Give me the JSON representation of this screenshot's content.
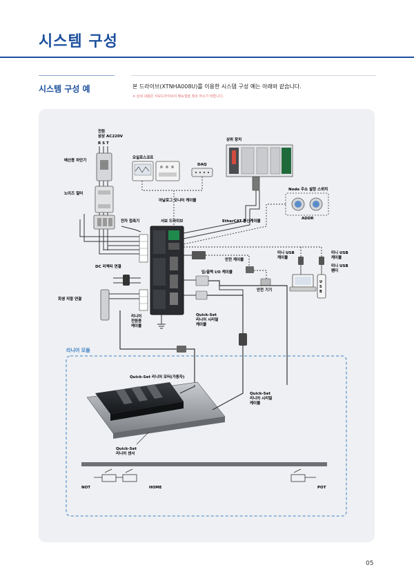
{
  "header": {
    "title": "시스템 구성",
    "section_title": "시스템 구성 예",
    "intro": "본 드라이브(XTNHA008U)를 이용한 시스템 구성 예는 아래와 같습니다.",
    "note": "※ 상세 내용은 서보드라이브의 매뉴얼을 참조 하시기 바랍니다."
  },
  "diagram": {
    "power": "전원",
    "power_spec": "삼상 AC220V",
    "rst": "R S T",
    "breaker": "배선용 차단기",
    "noise_filter": "노이즈 필터",
    "contactor": "전자 접촉기",
    "dc_reactor": "DC 리액터 연결",
    "regen_resistor": "회생 저항 연결",
    "linear_power_cable": [
      "리니어",
      "전원용",
      "케이블"
    ],
    "oscilloscope": "오실로스코프",
    "daq": "DAQ",
    "analog_cable": "아날로그 모니터 케이블",
    "servo_drive": "서보 드라이브",
    "upper_device": "상위 장치",
    "ethercat_cable": "EtherCAT 통신케이블",
    "node_switch": "Node 주소 설정 스위치",
    "addr": "ADDR",
    "safety_cable": "안전 케이블",
    "safety_device": "안전 기기",
    "io_cable": "입/출력 I/O 케이블",
    "serial_cable": [
      "Quick-Set",
      "리니어 시리얼",
      "케이블"
    ],
    "mini_usb_cable_left": [
      "미니 USB",
      "케이블"
    ],
    "mini_usb_cable_right": [
      "미니 USB",
      "케이블"
    ],
    "mini_usb_pendant": [
      "미니 USB",
      "펜더"
    ],
    "usb_stick": [
      "U",
      "S",
      "B"
    ],
    "linear_module": "리니어 모듈",
    "linear_motor": "Quick-Set 리니어 모터(가동자)",
    "linear_sensor": [
      "Quick-Set",
      "리니어 센서"
    ],
    "serial_cable_module": [
      "Quick-Set",
      "리니어 시리얼",
      "케이블"
    ],
    "not": "NOT",
    "home": "HOME",
    "pot": "POT"
  },
  "footer": {
    "page_number": "05"
  }
}
